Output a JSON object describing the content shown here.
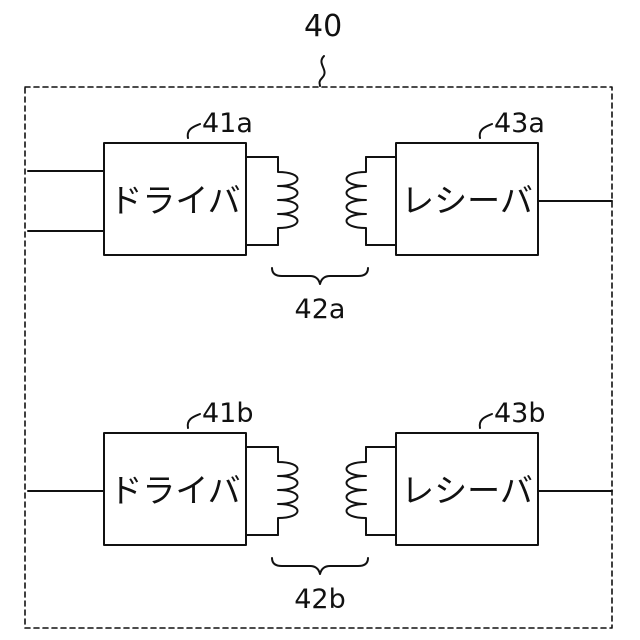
{
  "module": {
    "ref": "40"
  },
  "channels": [
    {
      "driver": {
        "ref": "41a",
        "label": "ドライバ"
      },
      "coupler": {
        "ref": "42a"
      },
      "receiver": {
        "ref": "43a",
        "label": "レシーバ"
      }
    },
    {
      "driver": {
        "ref": "41b",
        "label": "ドライバ"
      },
      "coupler": {
        "ref": "42b"
      },
      "receiver": {
        "ref": "43b",
        "label": "レシーバ"
      }
    }
  ],
  "colors": {
    "ink": "#111111",
    "background": "#ffffff"
  }
}
